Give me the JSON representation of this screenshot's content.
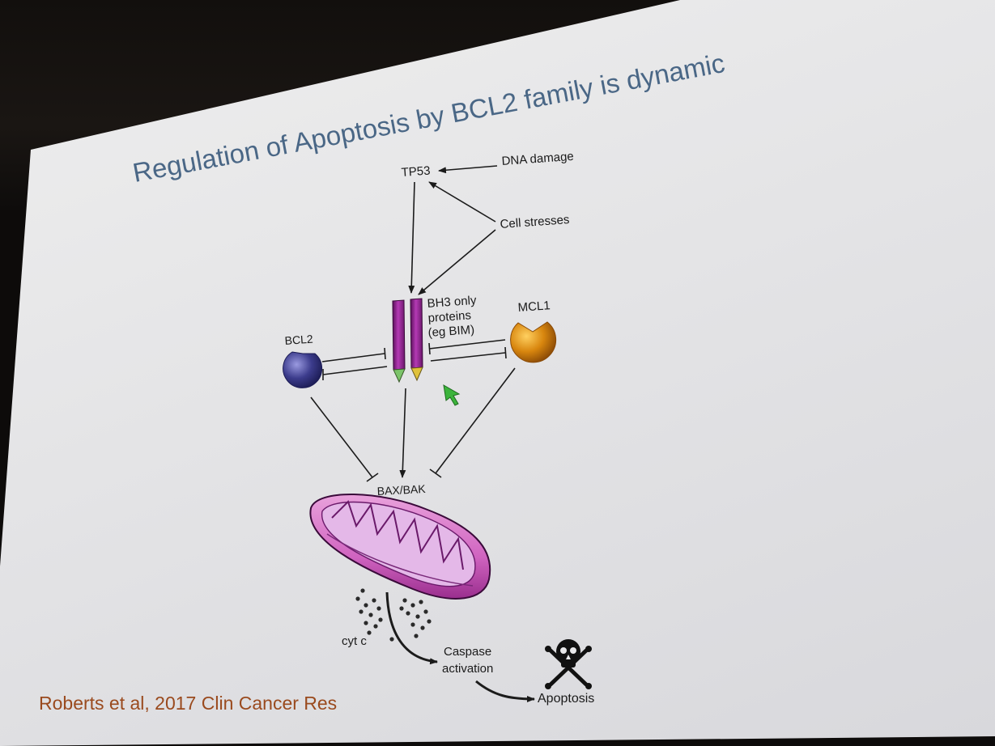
{
  "slide": {
    "title": "Regulation of Apoptosis by BCL2 family is dynamic",
    "citation": "Roberts et al, 2017 Clin Cancer Res"
  },
  "diagram": {
    "tp53": "TP53",
    "dna_damage": "DNA damage",
    "cell_stresses": "Cell stresses",
    "bh3_line1": "BH3 only",
    "bh3_line2": "proteins",
    "bh3_line3": "(eg BIM)",
    "bcl2": "BCL2",
    "mcl1": "MCL1",
    "bax_bak": "BAX/BAK",
    "cyt_c": "cyt c",
    "caspase_line1": "Caspase",
    "caspase_line2": "activation",
    "apoptosis": "Apoptosis"
  },
  "colors": {
    "title": "#4a6786",
    "citation": "#9a4a1e",
    "bcl2": "#3c3c8c",
    "mcl1": "#d8860e",
    "bh3_bar": "#9a2a9a",
    "mitochondrion": "#d06ac0",
    "cursor": "#3cb43c"
  },
  "icons": [
    "skull-crossbones-icon",
    "mouse-cursor-icon",
    "mitochondrion-icon"
  ]
}
